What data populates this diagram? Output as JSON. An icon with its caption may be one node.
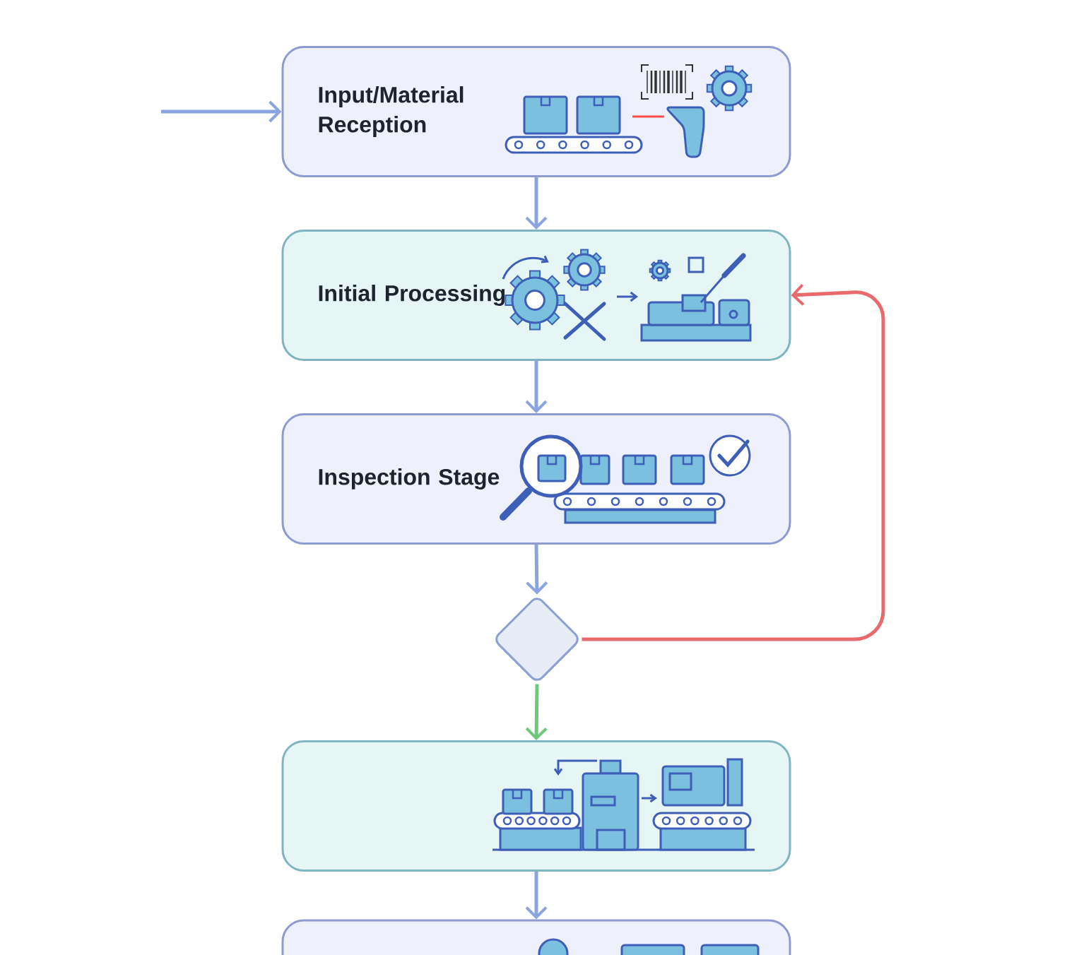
{
  "diagram": {
    "nodes": [
      {
        "text": [
          "Input/Material Reception"
        ]
      },
      {
        "text": [
          "Initial Processing"
        ]
      },
      {
        "text": [
          "Inspection Stage"
        ]
      },
      {
        "text": [],
        "shape": "diamond"
      },
      {
        "text": [],
        "shape": "box"
      },
      {
        "text": [],
        "shape": "box"
      }
    ],
    "edges": [
      {
        "from": null,
        "to": 0,
        "arrow": "to"
      },
      {
        "from": 0,
        "to": 1,
        "arrow": "to"
      },
      {
        "from": 1,
        "to": 2,
        "arrow": "to"
      },
      {
        "from": 2,
        "to": 3,
        "arrow": "to"
      },
      {
        "from": 3,
        "to": 1,
        "arrow": "to",
        "color": "#e86a6c"
      },
      {
        "from": 3,
        "to": 4,
        "arrow": "to",
        "color": "#6cc97a"
      },
      {
        "from": 4,
        "to": 5,
        "arrow": "to"
      }
    ]
  }
}
